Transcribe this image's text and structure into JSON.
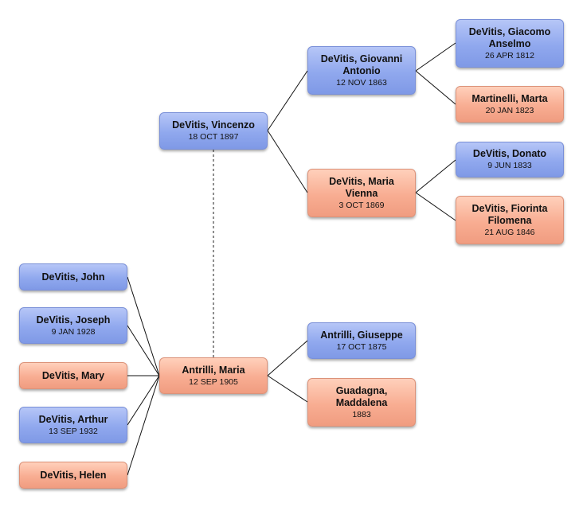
{
  "people": {
    "vincenzo": {
      "name": "DeVitis, Vincenzo",
      "date": "18 OCT 1897",
      "gender": "male"
    },
    "giovanni": {
      "name": "DeVitis, Giovanni Antonio",
      "date": "12 NOV 1863",
      "gender": "male"
    },
    "mariav": {
      "name": "DeVitis, Maria Vienna",
      "date": "3 OCT 1869",
      "gender": "female"
    },
    "giacomo": {
      "name": "DeVitis, Giacomo Anselmo",
      "date": "26 APR 1812",
      "gender": "male"
    },
    "marta": {
      "name": "Martinelli, Marta",
      "date": "20 JAN 1823",
      "gender": "female"
    },
    "donato": {
      "name": "DeVitis, Donato",
      "date": "9 JUN 1833",
      "gender": "male"
    },
    "fiorinta": {
      "name": "DeVitis, Fiorinta Filomena",
      "date": "21 AUG 1846",
      "gender": "female"
    },
    "mariaa": {
      "name": "Antrilli, Maria",
      "date": "12 SEP 1905",
      "gender": "female"
    },
    "giuseppe": {
      "name": "Antrilli, Giuseppe",
      "date": "17 OCT 1875",
      "gender": "male"
    },
    "maddalena": {
      "name": "Guadagna, Maddalena",
      "date": "1883",
      "gender": "female"
    },
    "john": {
      "name": "DeVitis, John",
      "date": "",
      "gender": "male"
    },
    "joseph": {
      "name": "DeVitis, Joseph",
      "date": "9 JAN 1928",
      "gender": "male"
    },
    "mary": {
      "name": "DeVitis, Mary",
      "date": "",
      "gender": "female"
    },
    "arthur": {
      "name": "DeVitis, Arthur",
      "date": "13 SEP 1932",
      "gender": "male"
    },
    "helen": {
      "name": "DeVitis, Helen",
      "date": "",
      "gender": "female"
    }
  },
  "colors": {
    "male": "#90a8ee",
    "female": "#f8ad92",
    "connector": "#111111"
  }
}
